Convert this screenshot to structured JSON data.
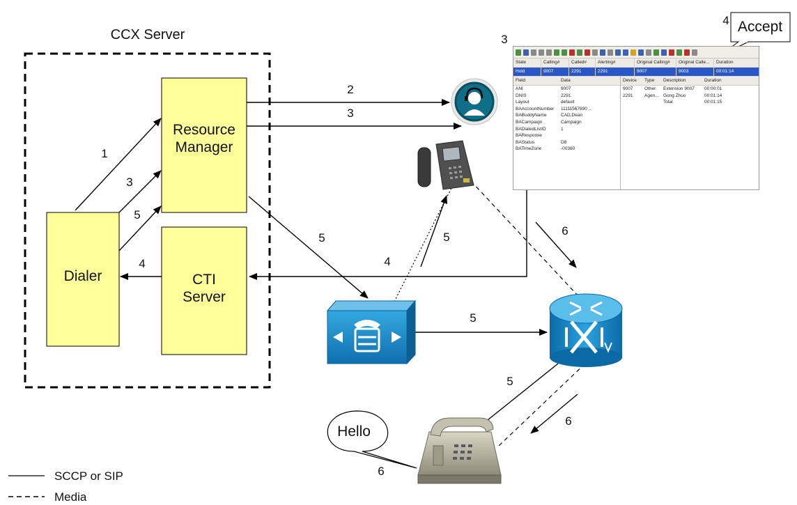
{
  "server": {
    "title": "CCX Server"
  },
  "boxes": {
    "resource_manager": [
      "Resource",
      "Manager"
    ],
    "cti_server": [
      "CTI",
      "Server"
    ],
    "dialer": "Dialer"
  },
  "arrow_labels": {
    "dialer_rm_1": "1",
    "dialer_rm_3": "3",
    "dialer_rm_5": "5",
    "cti_dialer_4": "4",
    "rm_agent_2": "2",
    "rm_agent_3": "3",
    "rm_cucm_5": "5",
    "cad_cti_4": "4",
    "cucm_phone_5": "5",
    "cucm_gateway_5": "5",
    "cad_media_6": "6",
    "gateway_customer_5": "5",
    "customer_media_6": "6",
    "cad_step_3": "3",
    "accept_step_4": "4",
    "hello_step_6": "6"
  },
  "callouts": {
    "accept": "Accept",
    "hello": "Hello"
  },
  "legend": {
    "solid": "SCCP or SIP",
    "dashed": "Media"
  },
  "cad": {
    "grid_headers": [
      "State",
      "Calling#",
      "Called#",
      "Alerting#",
      "Original Calling#",
      "Original Calle...",
      "Duration"
    ],
    "grid_row": [
      "Hold",
      "9007",
      "2291",
      "2291",
      "9007",
      "9003",
      "00:01:14"
    ],
    "field_headers": [
      "Field",
      "Data"
    ],
    "fields": [
      [
        "ANI",
        "9007"
      ],
      [
        "DNIS",
        "2291"
      ],
      [
        "Layout",
        "default"
      ],
      [
        "BAAccountNumber",
        "11111567890 ..."
      ],
      [
        "BABuddyName",
        "CAD,Dean"
      ],
      [
        "BACampaign",
        "Campaign"
      ],
      [
        "BADialedListID",
        "1"
      ],
      [
        "BAResponse",
        ""
      ],
      [
        "BAStatus",
        "D8"
      ],
      [
        "BATimeZone",
        "-00360"
      ]
    ],
    "device_headers": [
      "Device",
      "Type",
      "Description",
      "Duration"
    ],
    "devices": [
      [
        "9007",
        "Other",
        "Extension 9007",
        "00:00:01"
      ],
      [
        "2291",
        "Agen...",
        "Gong Zhuo",
        "00:01:14"
      ],
      [
        "",
        "",
        "Total",
        "00:01:15"
      ]
    ]
  },
  "colors": {
    "box_fill": "#ffff99",
    "cisco_blue": "#1a8bc7",
    "agent_icon_bg": "#0e6f86",
    "selection": "#2a57c8"
  }
}
